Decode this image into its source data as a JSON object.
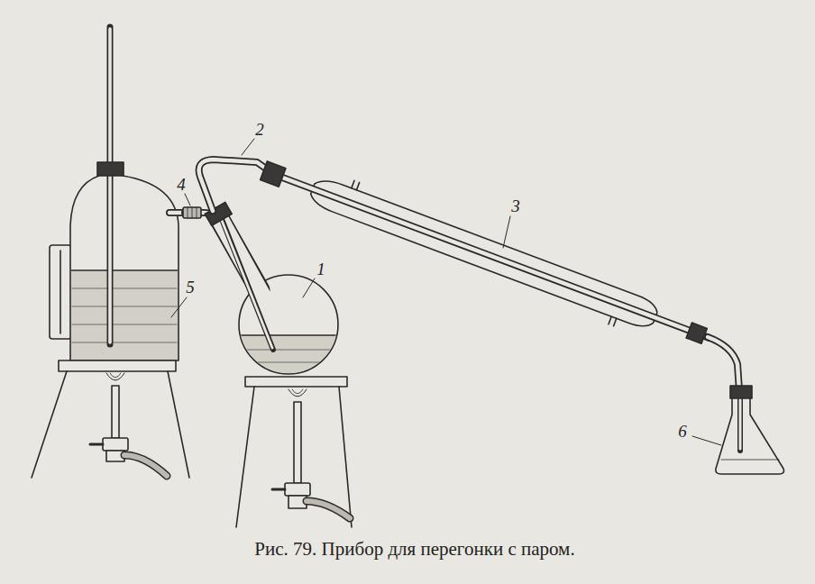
{
  "diagram": {
    "caption": "Рис. 79. Прибор для перегонки с паром.",
    "labels": [
      "1",
      "2",
      "3",
      "4",
      "5",
      "6"
    ]
  }
}
